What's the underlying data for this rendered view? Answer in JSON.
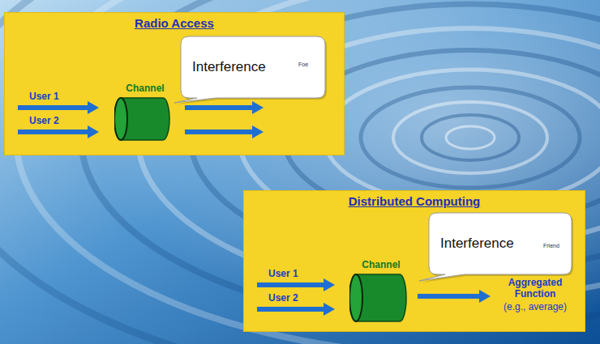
{
  "diagram": {
    "nodes": [
      {
        "text": [
          "Radio Access"
        ]
      },
      {
        "text": [
          "Channel"
        ],
        "in": 0
      },
      {
        "text": [
          "Interference"
        ],
        "in": 0
      },
      {
        "text": [
          "Foe"
        ],
        "in": 2
      },
      {
        "text": [
          "Distributed Computing"
        ]
      },
      {
        "text": [
          "Channel"
        ],
        "in": 4
      },
      {
        "text": [
          "Interference"
        ],
        "in": 4
      },
      {
        "text": [
          "Friend"
        ],
        "in": 6
      }
    ],
    "labels": [
      "User 1",
      "User 2",
      "User 1",
      "User 2",
      "Aggregated Function",
      "(e.g., average)"
    ]
  }
}
